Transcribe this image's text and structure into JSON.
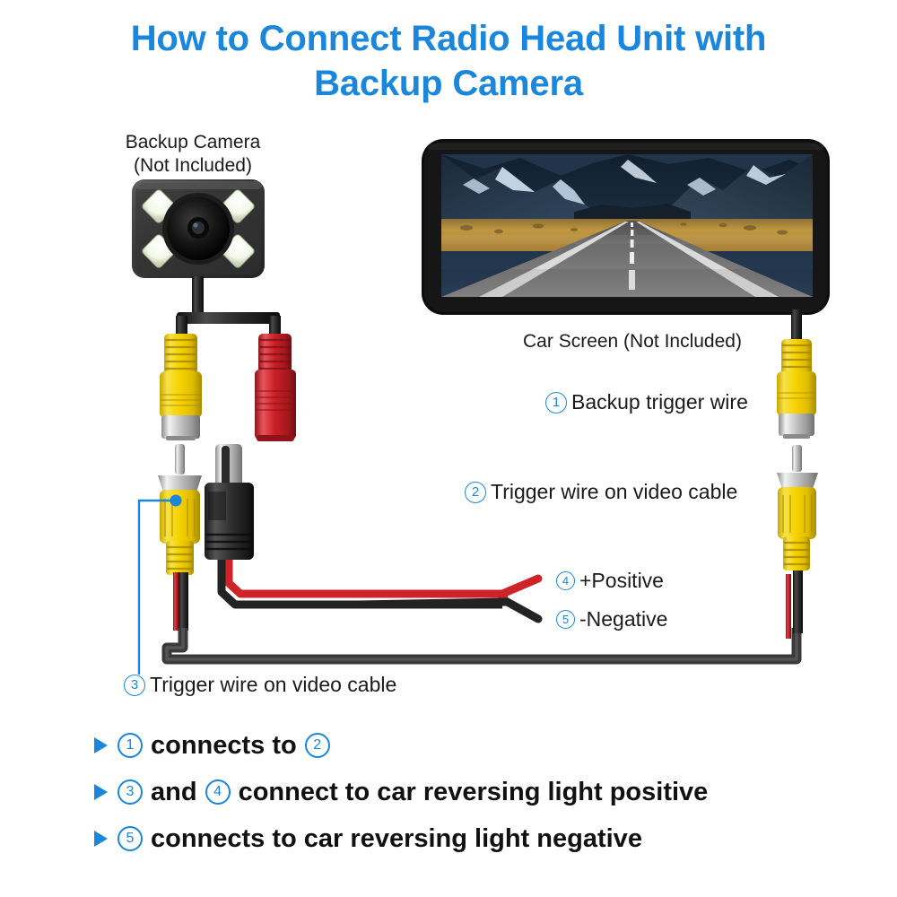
{
  "title": {
    "line1": "How to Connect Radio Head Unit with",
    "line2": "Backup Camera",
    "color": "#1a86dc"
  },
  "captions": {
    "camera_line1": "Backup Camera",
    "camera_line2": "(Not Included)",
    "screen": "Car Screen (Not Included)"
  },
  "callouts": {
    "one": {
      "num": "①",
      "text": "Backup trigger wire"
    },
    "two": {
      "num": "②",
      "text": "Trigger wire on video cable"
    },
    "three": {
      "num": "③",
      "text": "Trigger wire on video cable"
    },
    "four": {
      "num": "④",
      "text": "+Positive"
    },
    "five": {
      "num": "⑤",
      "text": "-Negative"
    }
  },
  "bullets": [
    {
      "marker": "▶",
      "n1": "①",
      "mid": "connects to",
      "n2": "②",
      "tail": ""
    },
    {
      "marker": "▶",
      "n1": "③",
      "mid": "and",
      "n2": "④",
      "tail": "connect to car reversing light positive"
    },
    {
      "marker": "▶",
      "n1": "⑤",
      "mid": "connects to car reversing light negative",
      "n2": "",
      "tail": ""
    }
  ],
  "colors": {
    "accent_blue": "#1a86dc",
    "wire_yellow": "#f2d200",
    "wire_red": "#cf2229",
    "wire_black": "#2b2b2b",
    "connector_silver": "#c9c9c9",
    "bezel_black": "#0d0d0d",
    "body_dark": "#3a3a3a"
  },
  "screen_image": {
    "scene": "road through mountain valley",
    "sky": "#20344c",
    "mountain": "#2e4256",
    "snow": "#cfe0ee",
    "plain": "#b8903f",
    "road": "#6e6e6e",
    "lane_marking": "#e8e8e8"
  }
}
